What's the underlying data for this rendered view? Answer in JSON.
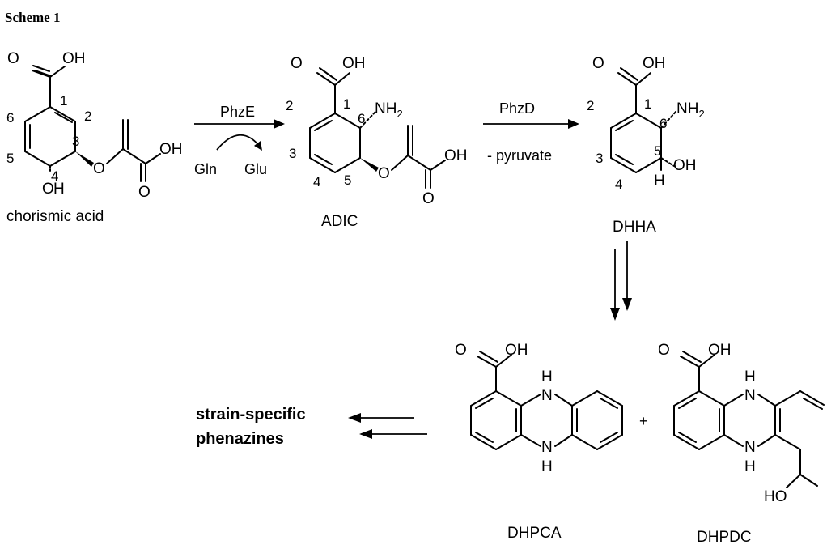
{
  "scheme": {
    "title": "Scheme 1"
  },
  "chorismic": {
    "name": "chorismic acid",
    "o_top": "O",
    "oh_top": "OH",
    "o_ether": "O",
    "oh_right": "OH",
    "o_bottom": "O",
    "oh_c4_o": "O",
    "oh_c4_h": "H",
    "n1": "1",
    "n2": "2",
    "n3": "3",
    "n4": "4",
    "n5": "5",
    "n6": "6"
  },
  "step1": {
    "enzyme": "PhzE",
    "reactant": "Gln",
    "product": "Glu"
  },
  "adic": {
    "name": "ADIC",
    "o_top": "O",
    "oh_top": "OH",
    "nh": "NH",
    "nh_sub": "2",
    "o_ether": "O",
    "oh_right": "OH",
    "o_bottom": "O",
    "n1": "1",
    "n2": "2",
    "n3": "3",
    "n4": "4",
    "n5": "5",
    "n6": "6"
  },
  "step2": {
    "enzyme": "PhzD",
    "byproduct": "- pyruvate"
  },
  "dhha": {
    "name": "DHHA",
    "o_top": "O",
    "oh_top": "OH",
    "nh": "NH",
    "nh_sub": "2",
    "h_label": "H",
    "oh_label": "OH",
    "n1": "1",
    "n2": "2",
    "n3": "3",
    "n4": "4",
    "n5": "5",
    "n6": "6"
  },
  "dhpca": {
    "name": "DHPCA",
    "o": "O",
    "oh": "OH",
    "h_top": "H",
    "n_top": "N",
    "n_bottom": "N",
    "h_bottom": "H"
  },
  "plus": "+",
  "dhpdc": {
    "name": "DHPDC",
    "o": "O",
    "oh": "OH",
    "h_top": "H",
    "n_top": "N",
    "n_bottom": "N",
    "h_bottom": "H",
    "ho": "HO"
  },
  "products": {
    "line1": "strain-specific",
    "line2": "phenazines"
  }
}
